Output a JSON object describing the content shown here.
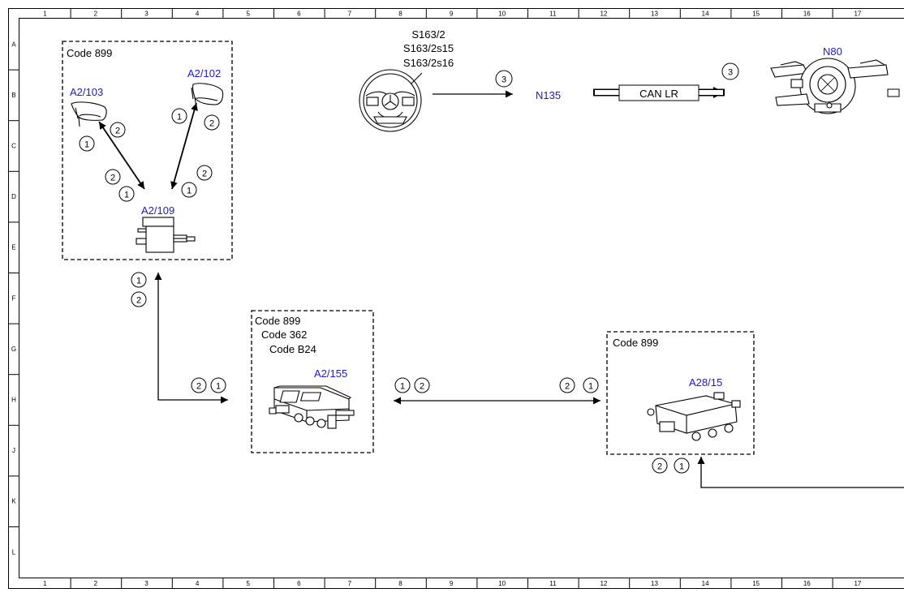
{
  "frame": {
    "columns": [
      "1",
      "2",
      "3",
      "4",
      "5",
      "6",
      "7",
      "8",
      "9",
      "10",
      "11",
      "12",
      "13",
      "14",
      "15",
      "16",
      "17"
    ],
    "rows": [
      "A",
      "B",
      "C",
      "D",
      "E",
      "F",
      "G",
      "H",
      "J",
      "K",
      "L"
    ]
  },
  "colors": {
    "component_label": "#1a1acc",
    "line": "#000000",
    "text": "#000000"
  },
  "boxes": {
    "left": {
      "code": "Code 899"
    },
    "middle": {
      "codes": [
        "Code 899",
        "Code 362",
        "Code B24"
      ]
    },
    "right": {
      "code": "Code 899"
    }
  },
  "components": {
    "a2_103": "A2/103",
    "a2_102": "A2/102",
    "a2_109": "A2/109",
    "a2_155": "A2/155",
    "a28_15": "A28/15",
    "n135": "N135",
    "n80": "N80",
    "steering_switches": [
      "S163/2",
      "S163/2s15",
      "S163/2s16"
    ]
  },
  "bus_label": "CAN LR",
  "markers": {
    "one": "1",
    "two": "2",
    "three": "3"
  },
  "icons": [
    "mirror-icon",
    "control-unit-icon",
    "steering-wheel-icon",
    "steering-column-module-icon"
  ]
}
